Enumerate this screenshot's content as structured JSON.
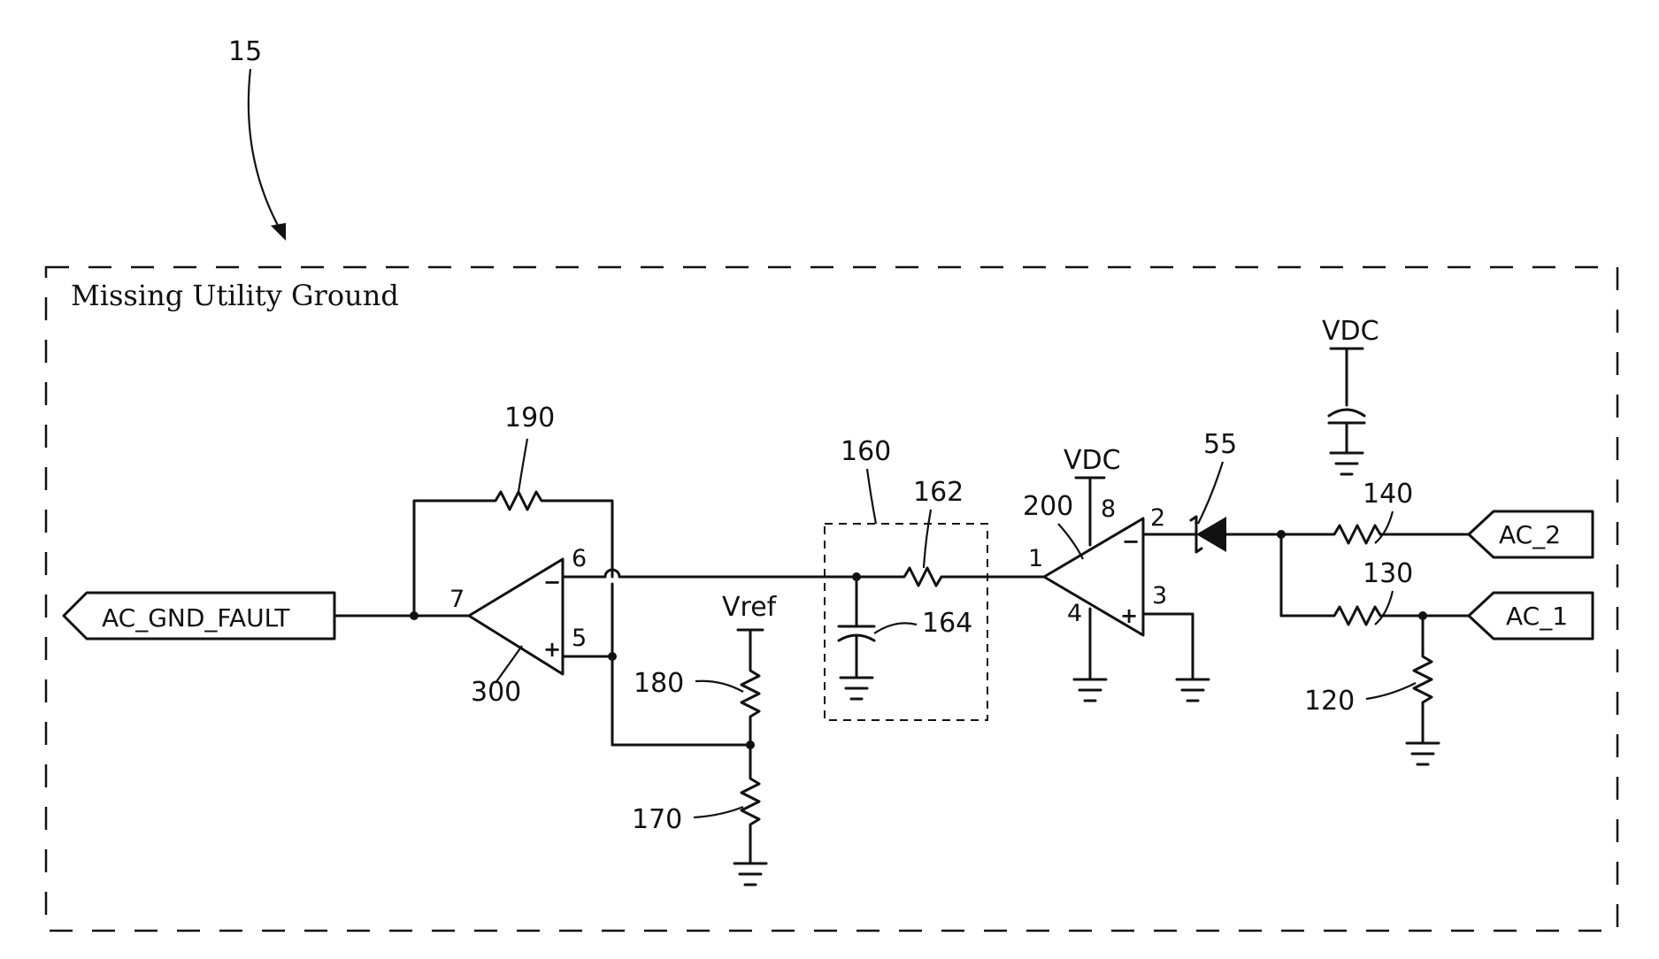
{
  "figure_ref": "15",
  "block_title": "Missing Utility Ground",
  "connectors": {
    "output": "AC_GND_FAULT",
    "input_top": "AC_2",
    "input_bottom": "AC_1"
  },
  "supply_labels": {
    "top_cap": "VDC",
    "opamp_supply": "VDC",
    "reference": "Vref"
  },
  "component_refs": {
    "feedback_resistor": "190",
    "comparator": "300",
    "divider_upper": "180",
    "divider_lower": "170",
    "filter_block": "160",
    "filter_resistor": "162",
    "filter_capacitor": "164",
    "amplifier": "200",
    "diode": "55",
    "resistor_ac2": "140",
    "resistor_ac1": "130",
    "shunt_resistor": "120"
  },
  "pins": {
    "p7": "7",
    "p6": "6",
    "p5": "5",
    "p1": "1",
    "p2": "2",
    "p3": "3",
    "p4": "4",
    "p8": "8"
  },
  "signs": {
    "minus": "−",
    "plus": "+"
  }
}
